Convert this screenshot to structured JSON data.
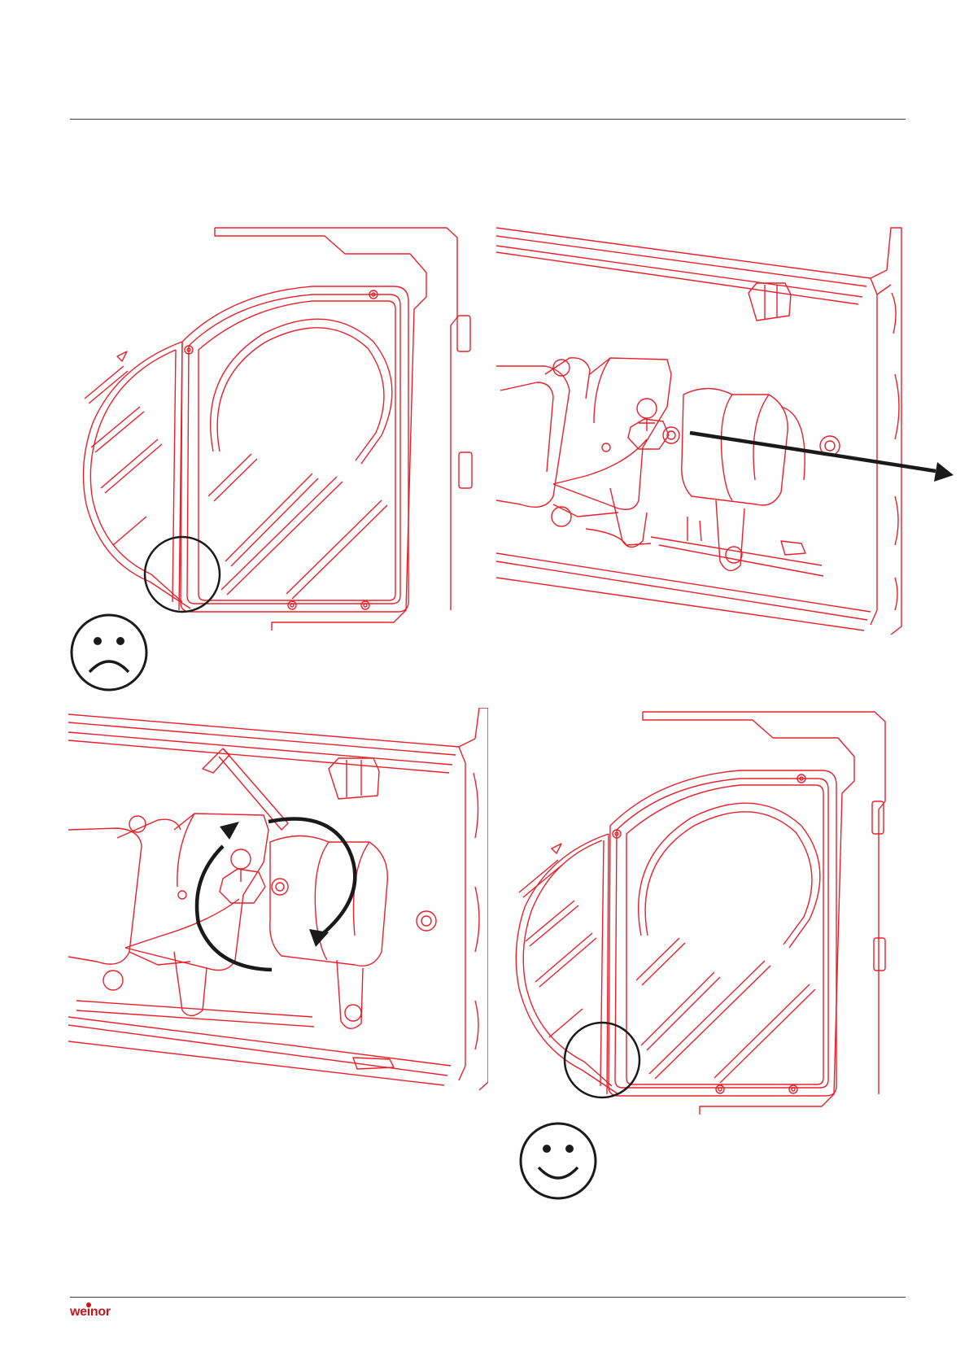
{
  "brand": {
    "logo_text": "weinor",
    "color": "#c4161c"
  },
  "colors": {
    "drawing_lines": "#e8202a",
    "marker_lines": "#1a1a1a",
    "rules": "#3a3a3a"
  },
  "figures": [
    {
      "step": "wrong-position",
      "marker": "sad-face-icon"
    },
    {
      "step": "pull-out",
      "marker": "arrow-right-icon"
    },
    {
      "step": "rotate-with-hex-key",
      "marker": "rotate-arrows-icon"
    },
    {
      "step": "correct-position",
      "marker": "happy-face-icon"
    }
  ]
}
